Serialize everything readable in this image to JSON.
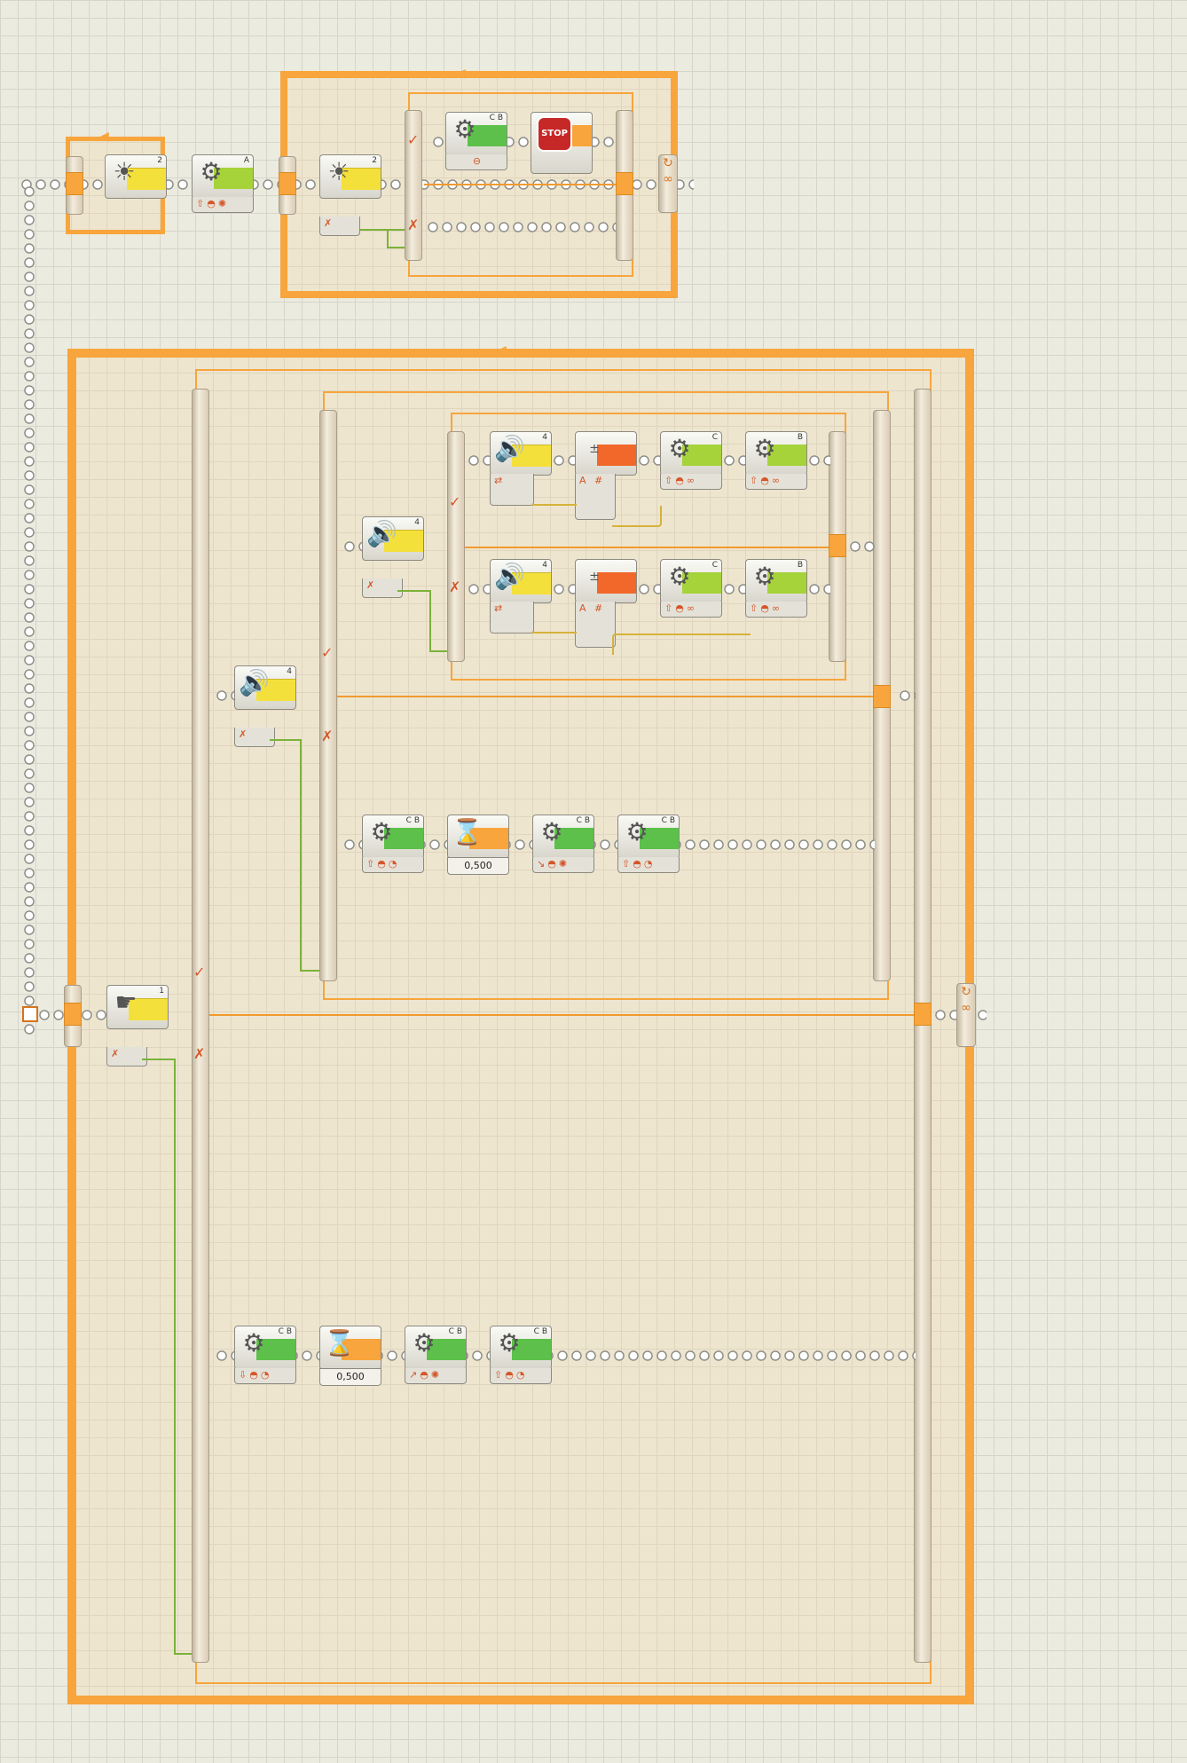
{
  "colors": {
    "accent": "#f7a53c",
    "sensor": "#f4e03a",
    "motor": "#5cc04a",
    "motor_light": "#a6d23a",
    "math": "#f2672a",
    "wire_logic": "#7bb23a",
    "wire_number": "#d6b23a"
  },
  "icons": {
    "light_sensor": "sun-icon",
    "motor": "gear-icon",
    "sound_sensor": "speaker-icon",
    "touch_sensor": "pointing-hand-icon",
    "math": "math-icon",
    "wait": "hourglass-icon",
    "stop": "stop-sign-icon",
    "loop": "loop-icon"
  },
  "blocks": {
    "light_a": {
      "port": "2"
    },
    "motor_a": {
      "port": "A"
    },
    "light_b": {
      "port": "2"
    },
    "motor_cb1": {
      "port": "C B"
    },
    "stop_label": "STOP",
    "sound_1": {
      "port": "4"
    },
    "sound_2": {
      "port": "4"
    },
    "sound_3": {
      "port": "4"
    },
    "sound_4": {
      "port": "4"
    },
    "motor_c1": {
      "port": "C"
    },
    "motor_b1": {
      "port": "B"
    },
    "motor_c2": {
      "port": "C"
    },
    "motor_b2": {
      "port": "B"
    },
    "motor_cb2": {
      "port": "C B"
    },
    "wait_1": {
      "value": "0,500"
    },
    "motor_cb3": {
      "port": "C B"
    },
    "motor_cb4": {
      "port": "C B"
    },
    "touch_1": {
      "port": "1"
    },
    "motor_cb5": {
      "port": "C B"
    },
    "wait_2": {
      "value": "0,500"
    },
    "motor_cb6": {
      "port": "C B"
    },
    "motor_cb7": {
      "port": "C B"
    }
  }
}
